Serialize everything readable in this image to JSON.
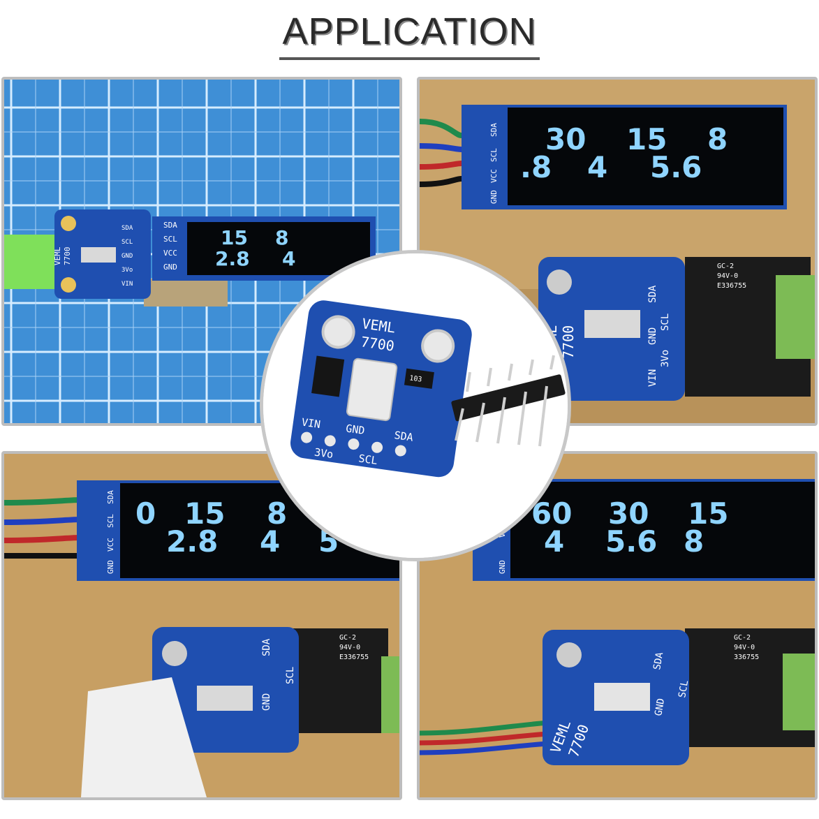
{
  "title": "APPLICATION",
  "panels": {
    "top_left": {
      "display_top": [
        "15",
        "8"
      ],
      "display_bottom": [
        "2.8",
        "4"
      ],
      "oled_pins": [
        "SDA",
        "SCL",
        "VCC",
        "GND"
      ],
      "sensor_label": [
        "VEML",
        "7700"
      ],
      "sensor_pins": [
        "SDA",
        "SCL",
        "GND",
        "3Vo",
        "VIN"
      ]
    },
    "top_right": {
      "display_top": [
        "30",
        "15",
        "8"
      ],
      "display_bottom": [
        ".8",
        "4",
        "5.6"
      ],
      "oled_pins": [
        "SDA",
        "SCL",
        "VCC",
        "GND"
      ],
      "sensor_label": [
        "VEML",
        "7700"
      ],
      "sensor_pins": [
        "SDA",
        "SCL",
        "GND",
        "3Vo",
        "VIN"
      ],
      "cert": [
        "GC-2",
        "94V-0",
        "E336755"
      ]
    },
    "bottom_left": {
      "display_top": [
        "0",
        "15",
        "8"
      ],
      "display_bottom": [
        "2.8",
        "4",
        "5"
      ],
      "oled_pins": [
        "SDA",
        "SCL",
        "VCC",
        "GND"
      ],
      "sensor_pins": [
        "SDA",
        "SCL",
        "GND"
      ],
      "cert": [
        "GC-2",
        "94V-0",
        "E336755"
      ]
    },
    "bottom_right": {
      "display_top": [
        "60",
        "30",
        "15"
      ],
      "display_bottom": [
        "4",
        "5.6",
        "8"
      ],
      "oled_pins": [
        "VCC",
        "GND"
      ],
      "sensor_label": [
        "VEML",
        "7700"
      ],
      "sensor_pins": [
        "SDA",
        "SCL",
        "GND"
      ],
      "cert": [
        "GC-2",
        "94V-0",
        "336755"
      ]
    }
  },
  "center_board": {
    "label": [
      "VEML",
      "7700"
    ],
    "chip": "103",
    "pins_top": [
      "VIN",
      "GND",
      "SDA"
    ],
    "pins_bottom": [
      "3Vo",
      "SCL"
    ]
  },
  "colors": {
    "pcb_blue": "#1f4fb0",
    "oled_text": "#8fd4ff",
    "cutting_mat": "#3f8fd6",
    "wood": "#c9a46b"
  }
}
